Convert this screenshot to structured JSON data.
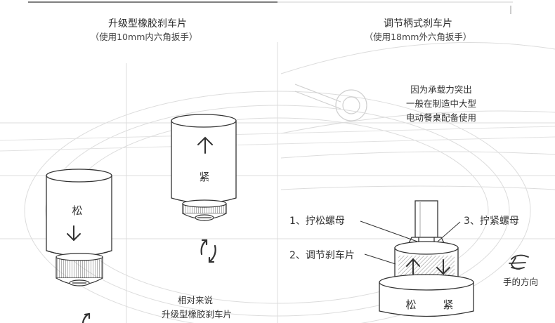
{
  "left_panel": {
    "title": "升级型橡胶刹车片",
    "subtitle": "（使用10mm内六角扳手）",
    "loose_label": "松",
    "tight_label": "紧",
    "caption_line1": "相对来说",
    "caption_line2": "升级型橡胶刹车片"
  },
  "right_panel": {
    "title": "调节柄式刹车片",
    "subtitle": "（使用18mm外六角扳手）",
    "note_lines": [
      "因为承载力突出",
      "一般在制造中大型",
      "电动餐桌配备使用"
    ],
    "callout_1": "1、拧松螺母",
    "callout_2": "2、调节刹车片",
    "callout_3": "3、拧紧螺母",
    "hand_direction": "手的方向",
    "base_loose": "松",
    "base_tight": "紧"
  },
  "icons": {
    "up_arrow": "arrow-up-icon",
    "down_arrow": "arrow-down-icon",
    "rotate": "rotate-icon",
    "hand": "hand-icon"
  },
  "colors": {
    "line": "#333333",
    "faint": "#d8d8d8",
    "hatch": "#bdbdbd"
  }
}
